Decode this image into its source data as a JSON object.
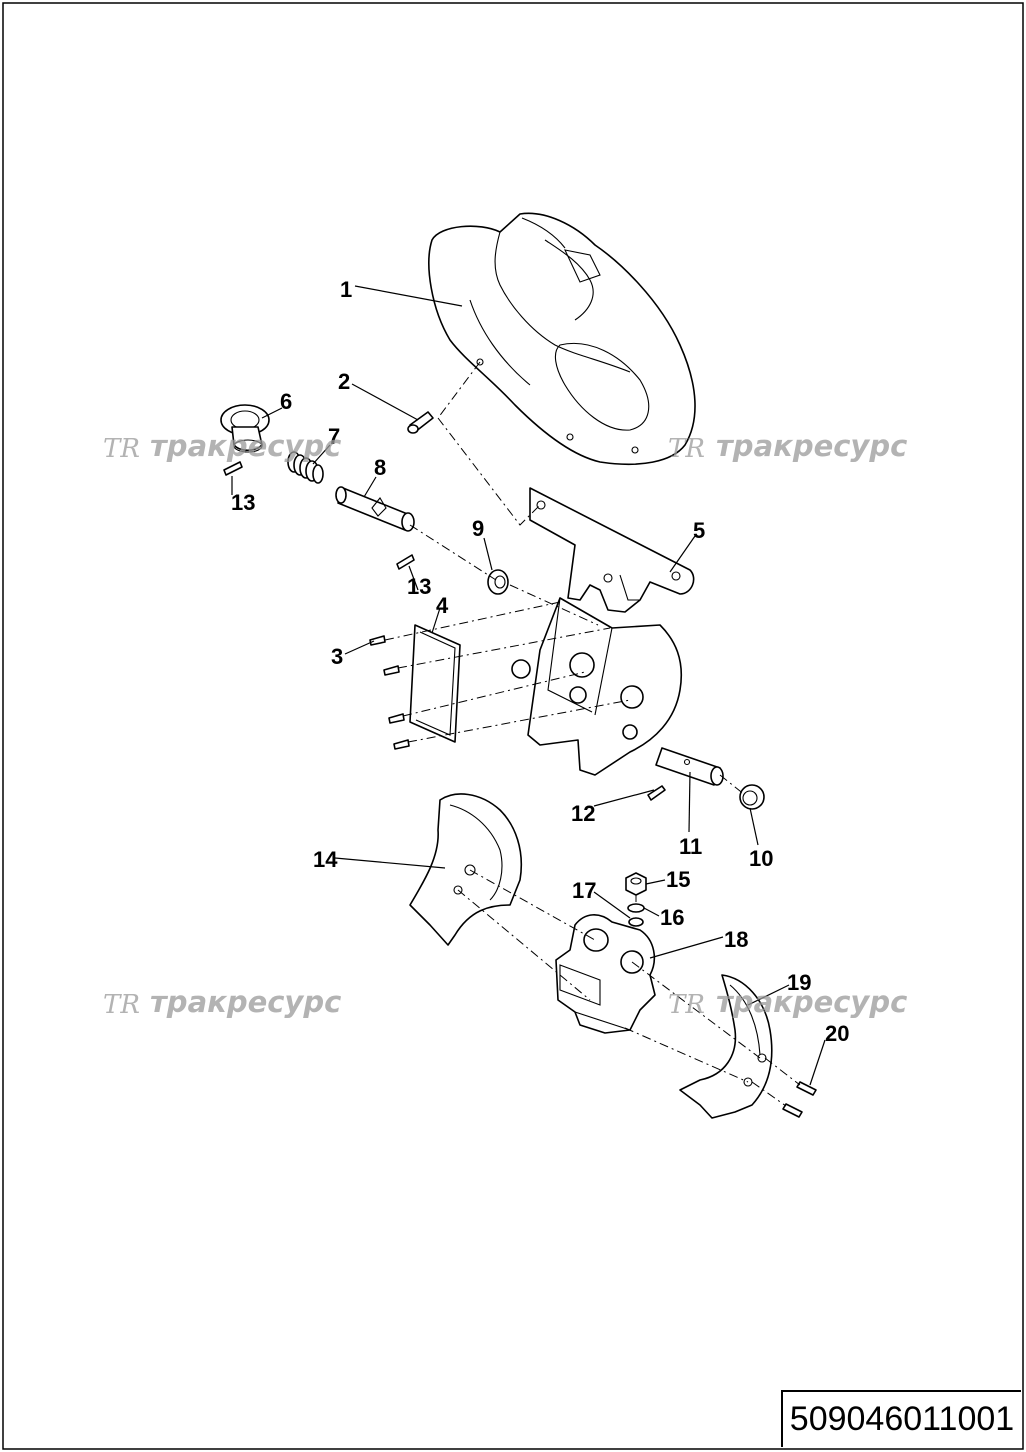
{
  "document": {
    "number": "509046011001"
  },
  "watermark": {
    "logo": "TR",
    "text": "тракресурс"
  },
  "callouts": [
    "1",
    "2",
    "3",
    "4",
    "5",
    "6",
    "7",
    "8",
    "9",
    "10",
    "11",
    "12",
    "13",
    "13",
    "14",
    "15",
    "16",
    "17",
    "18",
    "19",
    "20"
  ]
}
